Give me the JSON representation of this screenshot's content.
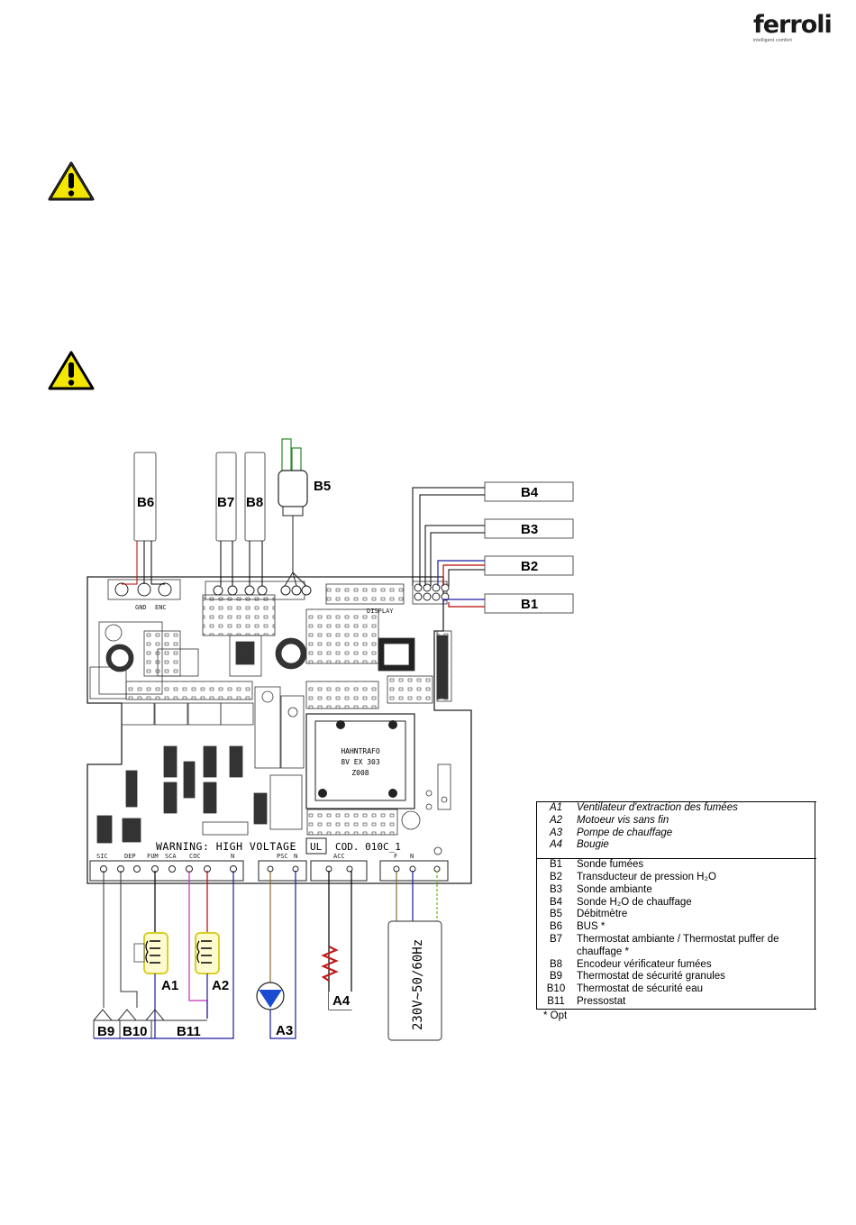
{
  "brand": {
    "name": "ferroli",
    "tagline": "intelligent comfort"
  },
  "diagram": {
    "components": {
      "b1": "B1",
      "b2": "B2",
      "b3": "B3",
      "b4": "B4",
      "b5": "B5",
      "b6": "B6",
      "b7": "B7",
      "b8": "B8",
      "b9": "B9",
      "b10": "B10",
      "b11": "B11",
      "a1": "A1",
      "a2": "A2",
      "a3": "A3",
      "a4": "A4"
    },
    "board": {
      "warning": "WARNING: HIGH VOLTAGE",
      "ul": "UL",
      "cod": "COD. 010C_1",
      "transformer": [
        "HAHNTRAFO",
        "8V EX 303",
        "Z008"
      ],
      "terminal_labels": [
        "SIC",
        "DEP",
        "FUM",
        "SCA",
        "COC",
        "N",
        "PSC",
        "N",
        "ACC",
        "F",
        "N"
      ],
      "top_labels": [
        "GND",
        "ENC",
        "DISPLAY"
      ],
      "power": "230V~50/60Hz"
    }
  },
  "legend": {
    "group_a": [
      {
        "code": "A1",
        "text": "Ventilateur d'extraction des fumées"
      },
      {
        "code": "A2",
        "text": "Motoeur vis sans fin"
      },
      {
        "code": "A3",
        "text": "Pompe de chauffage"
      },
      {
        "code": "A4",
        "text": "Bougie"
      }
    ],
    "group_b": [
      {
        "code": "B1",
        "text": "Sonde fumées"
      },
      {
        "code": "B2",
        "text": "Transducteur de pression H₂O"
      },
      {
        "code": "B3",
        "text": "Sonde ambiante"
      },
      {
        "code": "B4",
        "text": "Sonde H₂O de chauffage"
      },
      {
        "code": "B5",
        "text": "Débitmètre"
      },
      {
        "code": "B6",
        "text": "BUS *"
      },
      {
        "code": "B7",
        "text": "Thermostat ambiante / Thermostat puffer de chauffage *"
      },
      {
        "code": "B8",
        "text": "Encodeur vérificateur fumées"
      },
      {
        "code": "B9",
        "text": "Thermostat de sécurité granules"
      },
      {
        "code": "B10",
        "text": "Thermostat de sécurité eau"
      },
      {
        "code": "B11",
        "text": "Pressostat"
      }
    ],
    "note": "* Opt"
  }
}
